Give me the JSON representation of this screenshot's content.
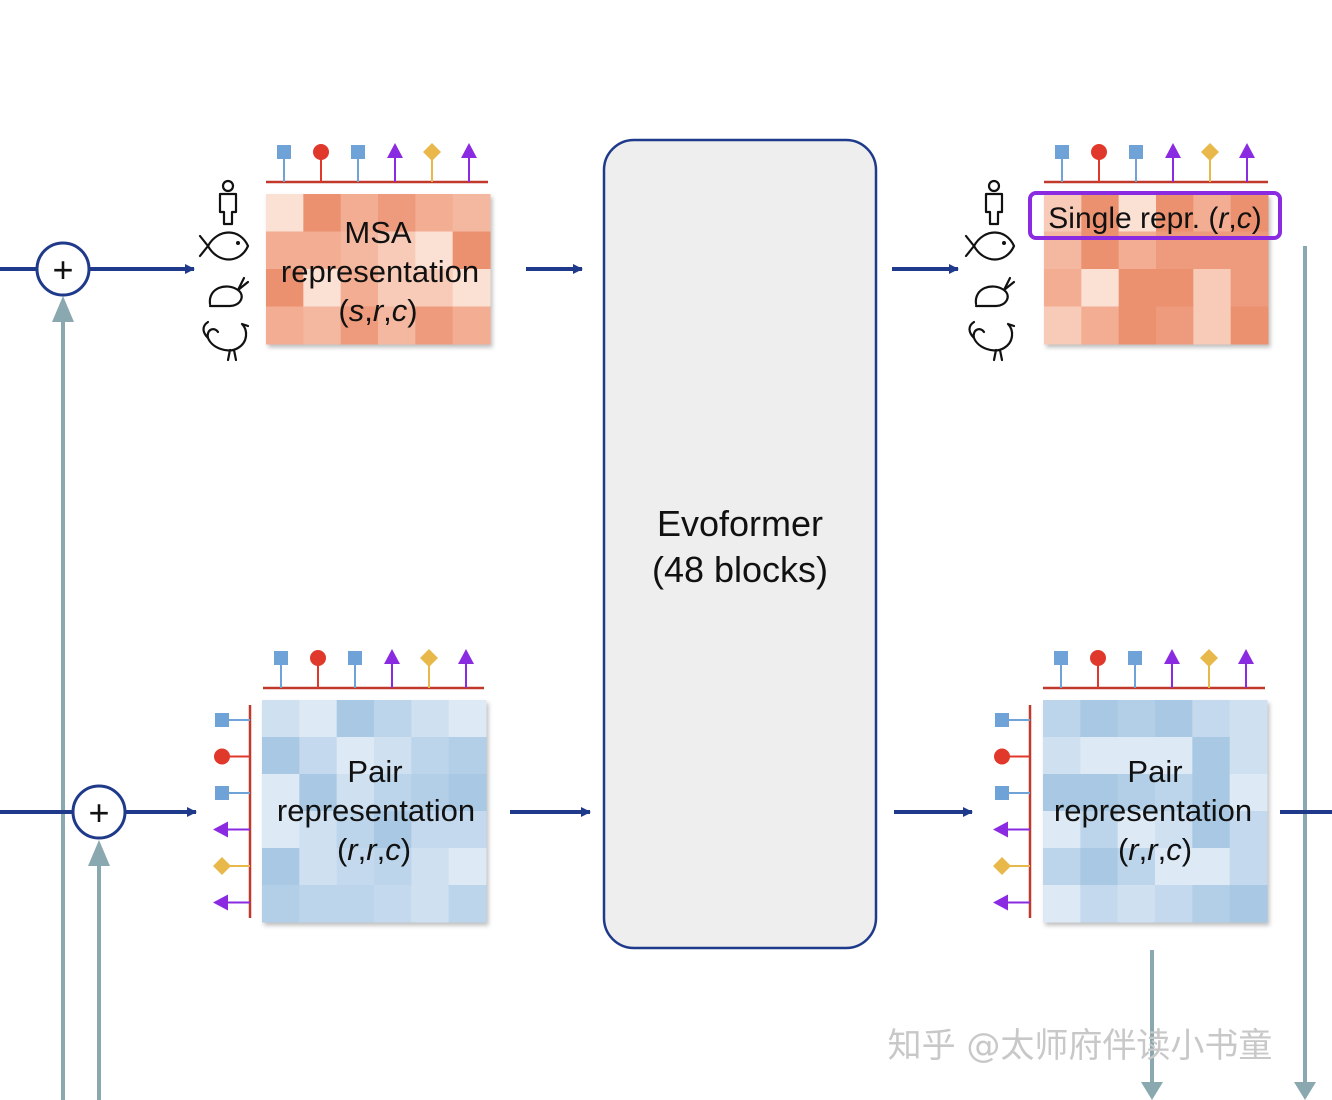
{
  "msa": {
    "line1": "MSA",
    "line2": "representation",
    "line3_parts": [
      "(",
      "s",
      ",",
      "r",
      ",",
      "c",
      ")"
    ]
  },
  "pair_in": {
    "line1": "Pair",
    "line2": "representation",
    "line3_parts": [
      "(",
      "r",
      ",",
      "r",
      ",",
      "c",
      ")"
    ]
  },
  "pair_out": {
    "line1": "Pair",
    "line2": "representation",
    "line3_parts": [
      "(",
      "r",
      ",",
      "r",
      ",",
      "c",
      ")"
    ]
  },
  "single": {
    "prefix": "Single repr. (",
    "r": "r",
    "comma": ",",
    "c": "c",
    "suffix": ")"
  },
  "evoformer": {
    "line1": "Evoformer",
    "line2": "(48 blocks)"
  },
  "plus_symbol": "+",
  "watermark": "知乎 @太师府伴读小书童",
  "residue_marker_sequence": [
    "square",
    "circle",
    "square",
    "triangle",
    "diamond",
    "triangle"
  ],
  "species_icon_names": [
    "human-icon",
    "fish-icon",
    "rabbit-icon",
    "chicken-icon"
  ],
  "colors": {
    "arrow_dark": "#1f3a8a",
    "arrow_light": "#8aa8b0",
    "axis_red": "#c0392b",
    "marker_square": "#6fa3d8",
    "marker_circle": "#e0392b",
    "marker_triangle": "#8a2be2",
    "marker_diamond": "#e8b84a",
    "highlight": "#8a2be2",
    "evoformer_fill": "#eeeeee",
    "evoformer_stroke": "#1f3a8a"
  }
}
